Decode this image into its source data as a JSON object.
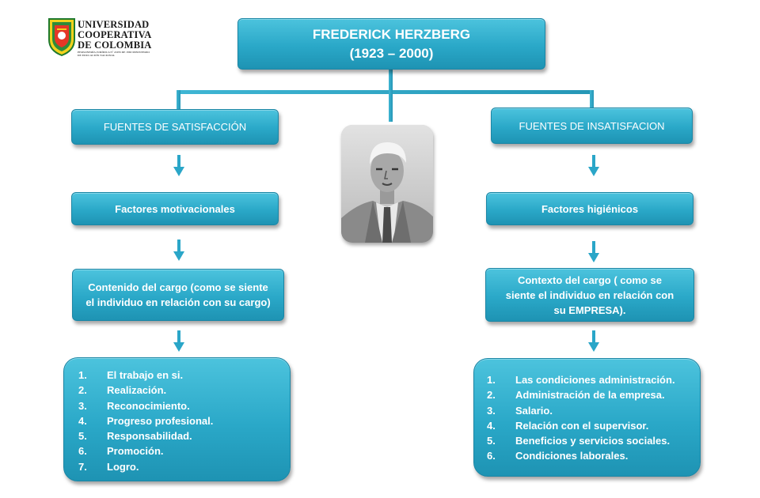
{
  "logo": {
    "line1": "UNIVERSIDAD",
    "line2": "COOPERATIVA",
    "line3": "DE COLOMBIA",
    "tagline": "PERSONERÍA JURÍDICA Nº 24195 DE 1983 MINISTERIO DE EDUCACIÓN NACIONAL"
  },
  "title": {
    "name": "FREDERICK HERZBERG",
    "years": "(1923 – 2000)"
  },
  "left": {
    "header": "FUENTES DE SATISFACCIÓN",
    "factor": "Factores  motivacionales",
    "context_line1": "Contenido del cargo (como se siente",
    "context_line2": "el individuo en relación con su cargo)",
    "items": [
      {
        "num": "1.",
        "text": "El trabajo en si."
      },
      {
        "num": "2.",
        "text": "Realización."
      },
      {
        "num": "3.",
        "text": "Reconocimiento."
      },
      {
        "num": "4.",
        "text": "Progreso profesional."
      },
      {
        "num": "5.",
        "text": "Responsabilidad."
      },
      {
        "num": "6.",
        "text": "Promoción."
      },
      {
        "num": "7.",
        "text": "Logro."
      }
    ]
  },
  "right": {
    "header": "FUENTES DE INSATISFACION",
    "factor": "Factores higiénicos",
    "context_line1": "Contexto del  cargo  ( como  se",
    "context_line2": "siente el individuo  en relación con",
    "context_line3": "su EMPRESA).",
    "items": [
      {
        "num": "1.",
        "text": "Las condiciones administración."
      },
      {
        "num": "2.",
        "text": "Administración de la empresa."
      },
      {
        "num": "3.",
        "text": "Salario."
      },
      {
        "num": "4.",
        "text": "Relación con el supervisor."
      },
      {
        "num": "5.",
        "text": "Beneficios y servicios sociales."
      },
      {
        "num": "6.",
        "text": "Condiciones laborales."
      }
    ]
  },
  "colors": {
    "box": "#2aa8c8",
    "connector": "#3aaed0",
    "text": "#ffffff"
  },
  "icons": {
    "arrow": "arrow-down-icon",
    "logo": "university-shield-logo",
    "photo": "portrait-photo"
  }
}
